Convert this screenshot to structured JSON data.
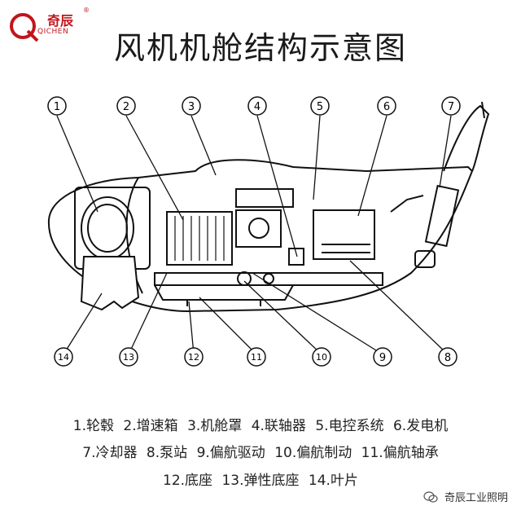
{
  "logo": {
    "brand_cn": "奇辰",
    "brand_en": "QICHEN",
    "reg_mark": "®"
  },
  "title": "风机机舱结构示意图",
  "callouts": [
    "1",
    "2",
    "3",
    "4",
    "5",
    "6",
    "7",
    "8",
    "9",
    "10",
    "11",
    "12",
    "13",
    "14"
  ],
  "legend": {
    "line1": [
      "1.轮毂",
      "2.增速箱",
      "3.机舱罩",
      "4.联轴器",
      "5.电控系统",
      "6.发电机"
    ],
    "line2": [
      "7.冷却器",
      "8.泵站",
      "9.偏航驱动",
      "10.偏航制动",
      "11.偏航轴承"
    ],
    "line3": [
      "12.底座",
      "13.弹性底座",
      "14.叶片"
    ]
  },
  "watermark": "奇辰工业照明"
}
